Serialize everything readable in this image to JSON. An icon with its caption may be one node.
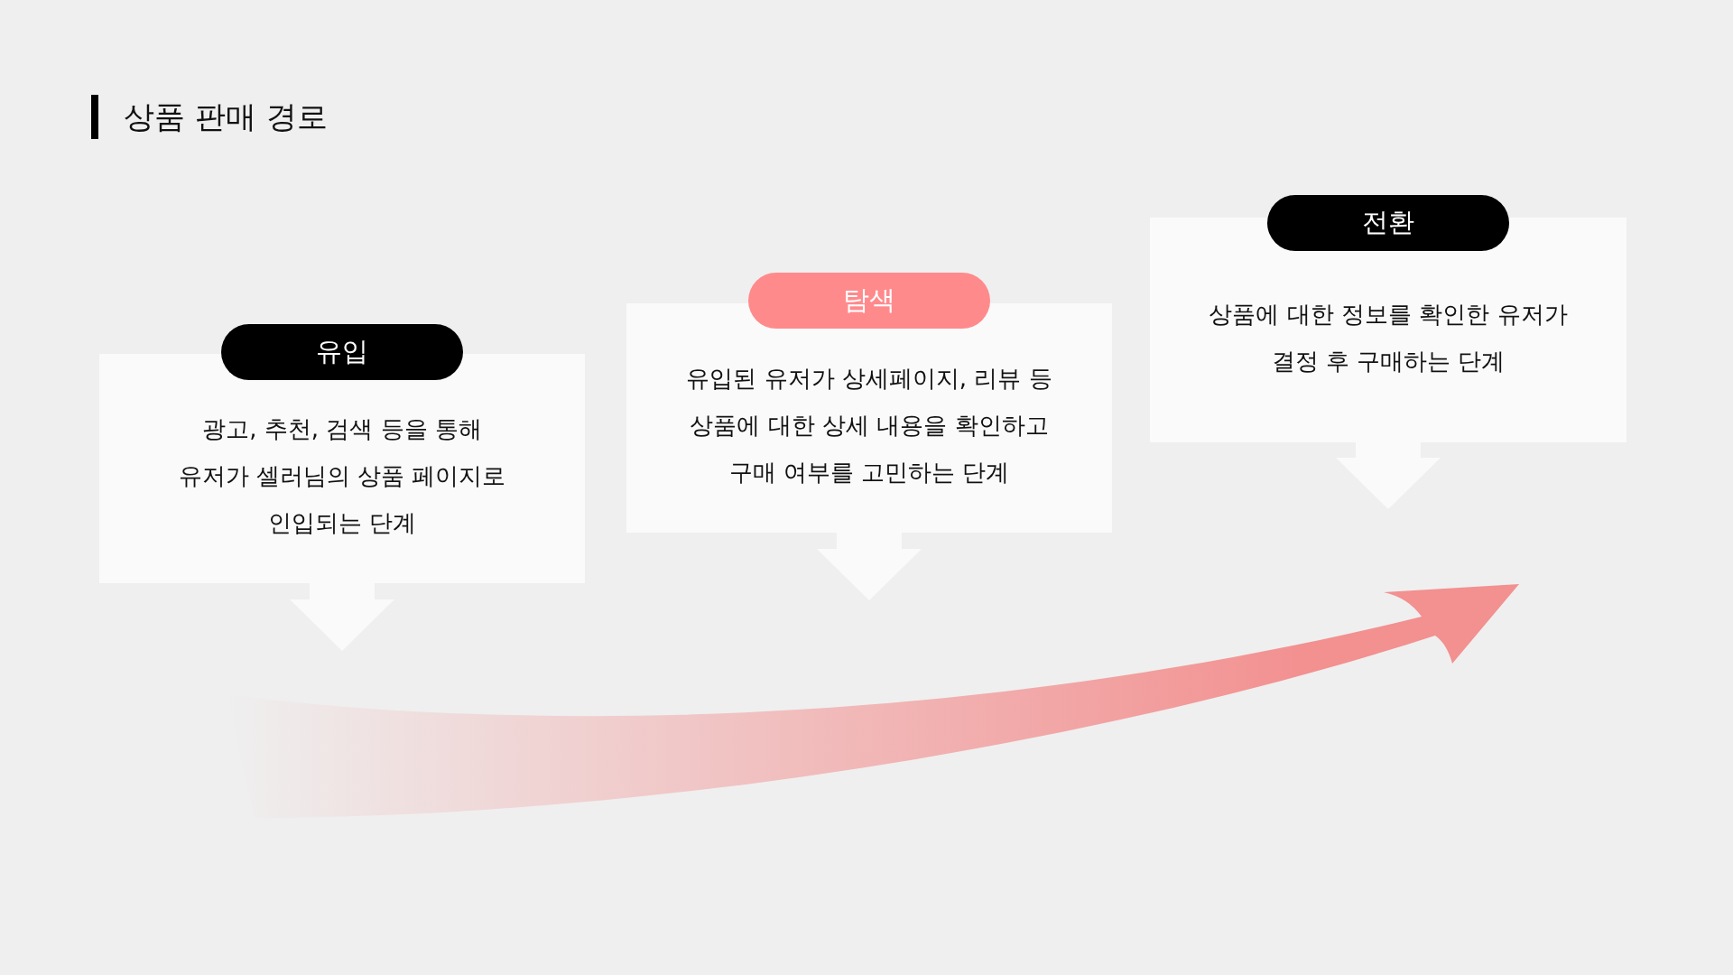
{
  "diagram": {
    "title": "상품 판매 경로",
    "nodes": [
      {
        "text": [
          "유입",
          "광고, 추천, 검색 등을 통해 유저가 셀러님의 상품 페이지로 인입되는 단계"
        ]
      },
      {
        "text": [
          "탐색",
          "유입된 유저가 상세페이지, 리뷰 등 상품에 대한 상세 내용을 확인하고 구매 여부를 고민하는 단계"
        ]
      },
      {
        "text": [
          "전환",
          "상품에 대한 정보를 확인한 유저가 결정 후 구매하는 단계"
        ]
      }
    ],
    "edges": [
      {
        "from": 0,
        "to": null,
        "arrow": "to"
      },
      {
        "from": 1,
        "to": null,
        "arrow": "to"
      },
      {
        "from": 2,
        "to": null,
        "arrow": "to"
      }
    ]
  }
}
